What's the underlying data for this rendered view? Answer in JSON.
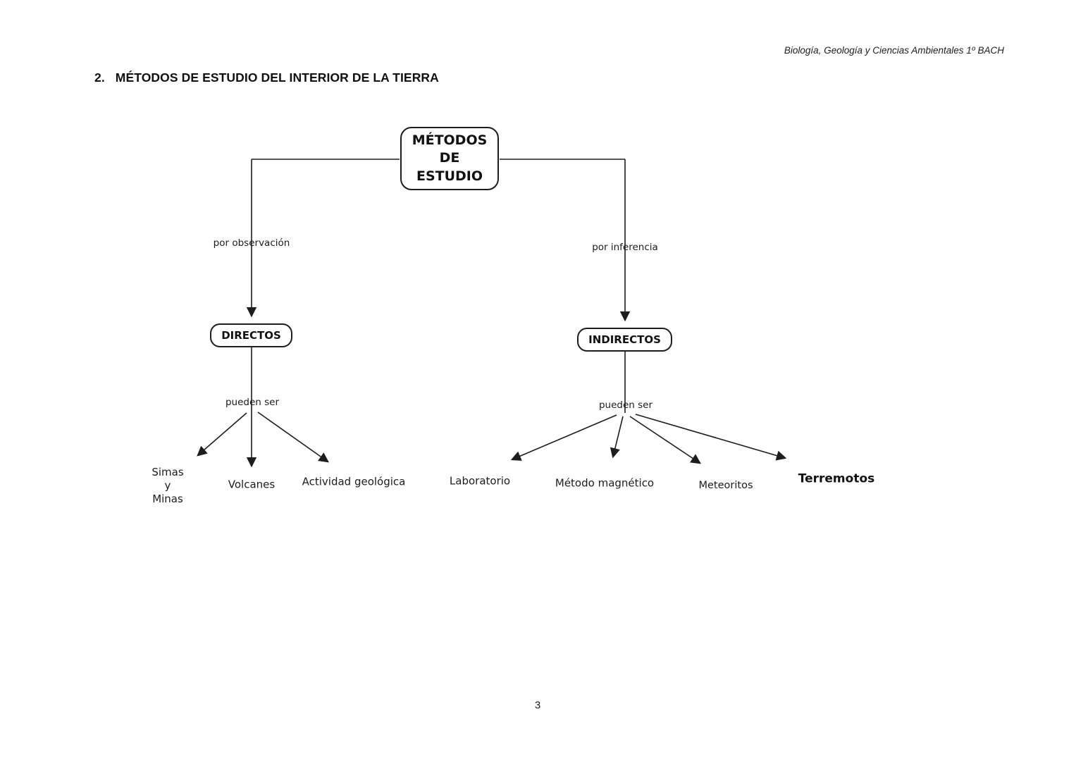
{
  "meta": {
    "header_right": "Biología, Geología y Ciencias Ambientales 1º BACH",
    "page_number": "3"
  },
  "heading": {
    "number": "2.",
    "text": "MÉTODOS DE ESTUDIO DEL INTERIOR DE LA TIERRA"
  },
  "diagram": {
    "root_label": "MÉTODOS\nDE\nESTUDIO",
    "left": {
      "edge_label": "por observación",
      "node_label": "DIRECTOS",
      "children_edge_label": "pueden ser",
      "leaves": [
        "Simas\ny\nMinas",
        "Volcanes",
        "Actividad geológica"
      ]
    },
    "right": {
      "edge_label": "por inferencia",
      "node_label": "INDIRECTOS",
      "children_edge_label": "pueden ser",
      "leaves": [
        "Laboratorio",
        "Método magnético",
        "Meteoritos",
        "Terremotos"
      ]
    },
    "colors": {
      "ink": "#1d1d1d",
      "background": "#ffffff"
    }
  }
}
